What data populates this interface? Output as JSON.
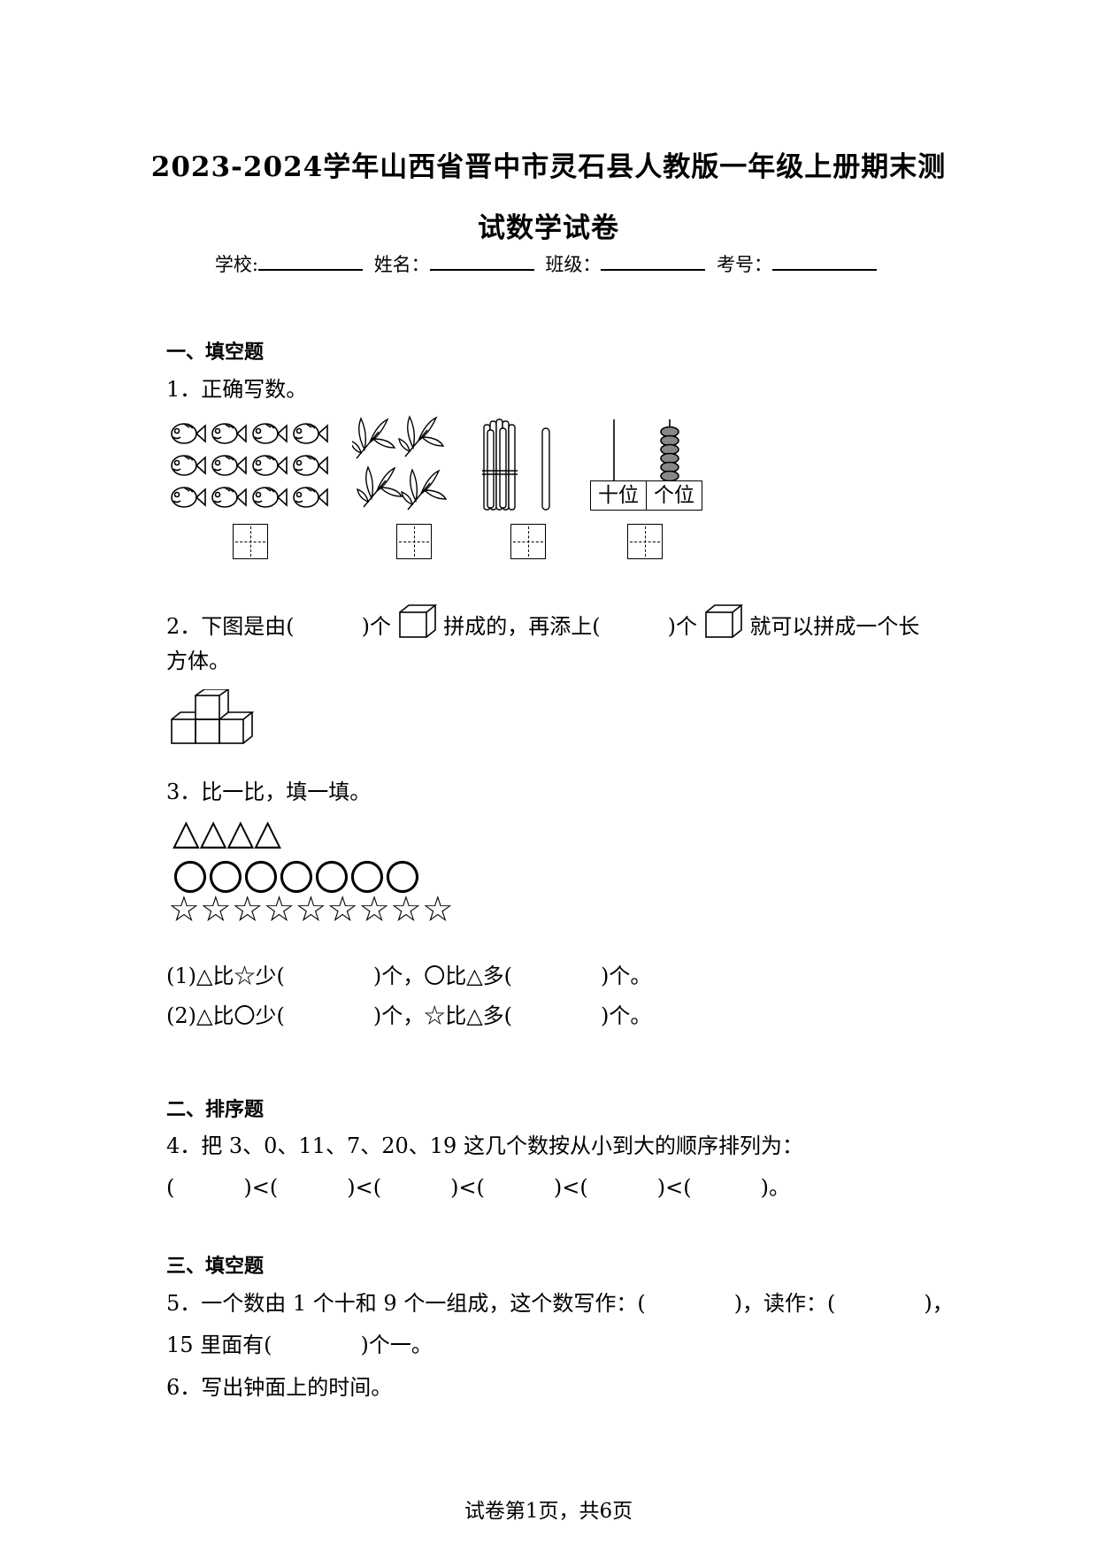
{
  "title": {
    "line1": "2023-2024学年山西省晋中市灵石县人教版一年级上册期末测",
    "line2": "试数学试卷"
  },
  "info": {
    "school": "学校:",
    "name": "姓名：",
    "class": "班级：",
    "exam_no": "考号："
  },
  "section1": {
    "heading": "一、填空题"
  },
  "q1": {
    "text": "1．正确写数。",
    "tens_label": "十位",
    "ones_label": "个位"
  },
  "q2": {
    "part1": "2．下图是由(",
    "part2": ")个",
    "part3": "拼成的，再添上(",
    "part4": ")个",
    "part5": "就可以拼成一个长",
    "line2": "方体。"
  },
  "q3": {
    "text": "3．比一比，填一填。",
    "triangles": "△△△△",
    "circles": "〇〇〇〇〇〇〇",
    "stars": "☆☆☆☆☆☆☆☆☆",
    "sub1_a": "(1)△比☆少(",
    "sub1_b": ")个，〇比△多(",
    "sub1_c": ")个。",
    "sub2_a": "(2)△比〇少(",
    "sub2_b": ")个，☆比△多(",
    "sub2_c": ")个。"
  },
  "section2": {
    "heading": "二、排序题"
  },
  "q4": {
    "text": "4．把 3、0、11、7、20、19 这几个数按从小到大的顺序排列为：",
    "seq": [
      "(",
      ")<(",
      ")<(",
      ")<(",
      ")<(",
      ")<(",
      ")。"
    ]
  },
  "section3": {
    "heading": "三、填空题"
  },
  "q5": {
    "part1": "5．一个数由 1 个十和 9 个一组成，这个数写作：(",
    "part2": ")，读作：(",
    "part3": ")，",
    "line2_a": "15 里面有(",
    "line2_b": ")个一。"
  },
  "q6": {
    "text": "6．写出钟面上的时间。"
  },
  "footer": "试卷第1页，共6页"
}
